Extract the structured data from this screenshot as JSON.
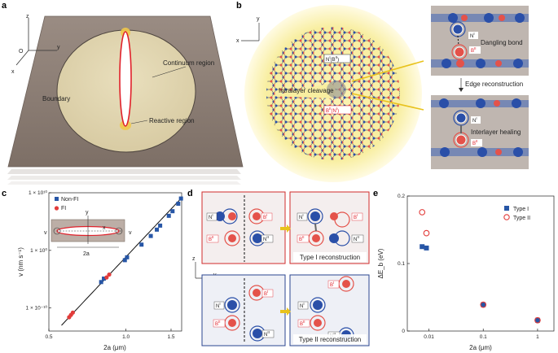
{
  "panels": {
    "a": {
      "letter": "a",
      "axes": {
        "z": "z",
        "y": "y",
        "x": "x",
        "origin": "O"
      },
      "labels": {
        "continuum": "Continuum region",
        "boundary": "Boundary",
        "reactive": "Reactive region"
      }
    },
    "b": {
      "letter": "b",
      "axes": {
        "y": "y",
        "x": "x"
      },
      "labels": {
        "cleavage": "Intralayer cleavage",
        "n_b": "N",
        "n_b_sup": "I",
        "n_b_tail": "(B",
        "n_b_tail_sup": "II",
        "b_n": "B",
        "b_n_sup": "II",
        "b_n_tail": "(N",
        "b_n_tail_sup": "I",
        "dangling": "Dangling bond",
        "edge": "Edge reconstruction",
        "healing": "Interlayer healing",
        "n1": "N",
        "n1_sup": "I",
        "b2": "B",
        "b2_sup": "II"
      },
      "colors": {
        "nitrogen": "#2a4fa8",
        "boron": "#e4524a",
        "halo": "#f7ec9a"
      }
    },
    "c": {
      "letter": "c",
      "legend": [
        "Non-FI",
        "FI"
      ],
      "inset": {
        "y": "y",
        "x": "x",
        "v_left": "v",
        "v_right": "v",
        "width": "2a"
      }
    },
    "d": {
      "letter": "d",
      "axes": {
        "z": "z",
        "y": "y"
      },
      "typeI": "Type I reconstruction",
      "typeII": "Type II reconstruction",
      "atoms": {
        "n1": "N",
        "n2": "N",
        "b1": "B",
        "b2": "B",
        "sup1": "I",
        "sup2": "II"
      }
    },
    "e": {
      "letter": "e",
      "legend": [
        "Type I",
        "Type II"
      ]
    }
  },
  "chart_data": [
    {
      "type": "scatter",
      "panel": "c",
      "title": "",
      "xlabel": "2a (μm)",
      "ylabel": "v (nm s⁻¹)",
      "xscale": "log",
      "yscale": "log",
      "xlim": [
        0.5,
        1.65
      ],
      "ylim": [
        1e-14,
        10000000000.0
      ],
      "xticks": [
        "0.5",
        "1.0",
        "1.5"
      ],
      "yticks": [
        "1 × 10⁻¹⁰",
        "1 × 10⁰",
        "1 × 10¹⁰"
      ],
      "fit_line": true,
      "series": [
        {
          "name": "Non-FI",
          "color": "#2756a6",
          "marker": "square",
          "points": [
            [
              0.8,
              -5.5
            ],
            [
              0.82,
              -4.9
            ],
            [
              0.99,
              -1.7
            ],
            [
              1.01,
              -1.2
            ],
            [
              1.15,
              1.0
            ],
            [
              1.25,
              2.5
            ],
            [
              1.32,
              3.6
            ],
            [
              1.36,
              4.3
            ],
            [
              1.47,
              6.0
            ],
            [
              1.52,
              6.8
            ],
            [
              1.6,
              8.1
            ],
            [
              1.64,
              9.0
            ]
          ]
        },
        {
          "name": "FI",
          "color": "#e23c3a",
          "marker": "circle",
          "points": [
            [
              0.6,
              -11.6
            ],
            [
              0.61,
              -11.2
            ],
            [
              0.62,
              -10.8
            ],
            [
              0.84,
              -4.7
            ],
            [
              0.86,
              -4.2
            ]
          ]
        }
      ]
    },
    {
      "type": "scatter",
      "panel": "e",
      "title": "",
      "xlabel": "2a (μm)",
      "ylabel": "ΔE_b (eV)",
      "xscale": "log",
      "xlim": [
        0.004,
        2
      ],
      "ylim": [
        0,
        0.2
      ],
      "xticks": [
        "0.01",
        "0.1",
        "1"
      ],
      "yticks": [
        "0",
        "0.1",
        "0.2"
      ],
      "series": [
        {
          "name": "Type I",
          "color": "#2756a6",
          "marker": "square",
          "x": [
            0.0075,
            0.009,
            0.1,
            1
          ],
          "y": [
            0.125,
            0.123,
            0.039,
            0.016
          ]
        },
        {
          "name": "Type II",
          "color": "#e23c3a",
          "marker": "circle-open",
          "x": [
            0.0075,
            0.009,
            0.1,
            1
          ],
          "y": [
            0.176,
            0.145,
            0.039,
            0.016
          ]
        }
      ]
    }
  ]
}
